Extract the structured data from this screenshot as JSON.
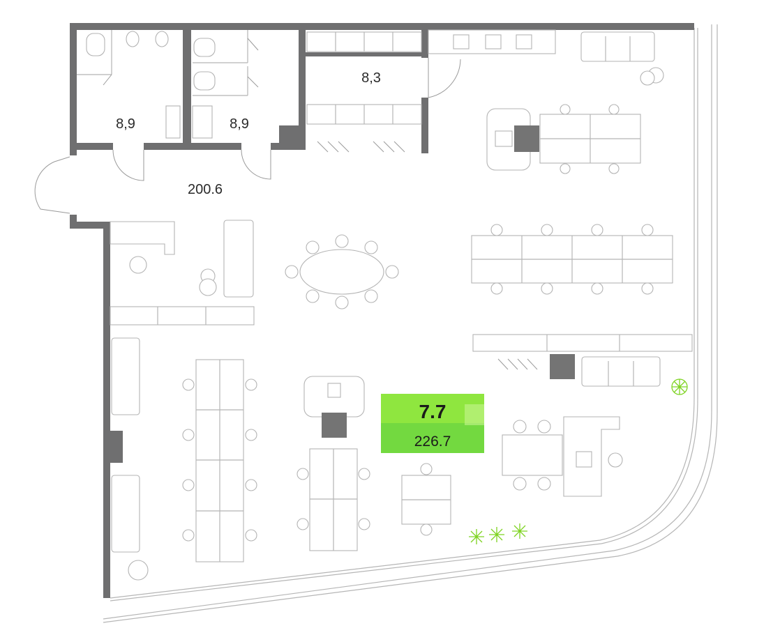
{
  "rooms": {
    "wc_left": "8,9",
    "wc_right": "8,9",
    "storage": "8,3",
    "hall": "200.6"
  },
  "selected_unit": {
    "number": "7.7",
    "area": "226.7",
    "highlight_color": "#8ee83a"
  }
}
